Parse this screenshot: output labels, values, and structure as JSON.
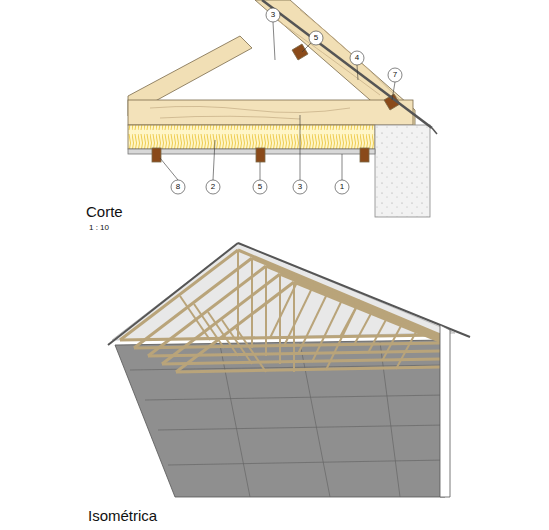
{
  "diagram": {
    "labels": [
      "3",
      "5",
      "4",
      "7",
      "8",
      "2",
      "5",
      "3",
      "1",
      "Corte",
      "1 : 10",
      "Isométrica"
    ]
  }
}
